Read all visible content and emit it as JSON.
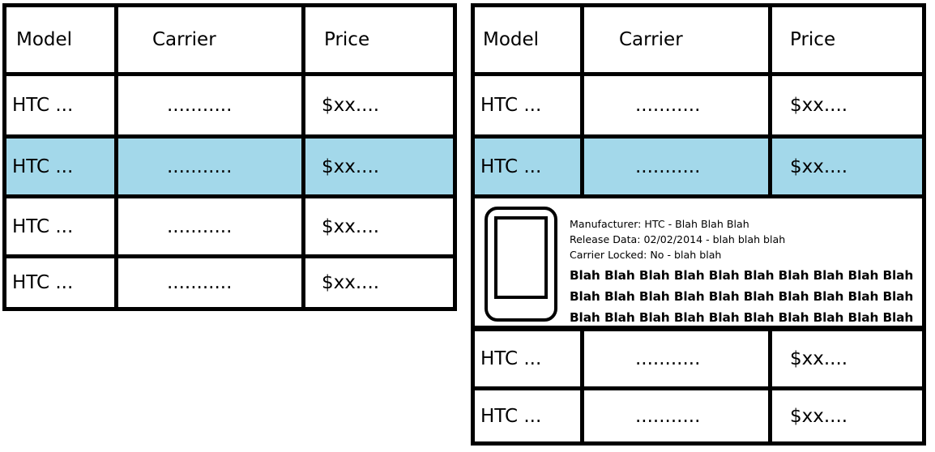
{
  "headers": [
    "Model",
    "Carrier",
    "Price"
  ],
  "rows": [
    {
      "model": "HTC ...",
      "carrier": "...........",
      "price": "$xx...."
    },
    {
      "model": "HTC ...",
      "carrier": "...........",
      "price": "$xx...."
    },
    {
      "model": "HTC ...",
      "carrier": "...........",
      "price": "$xx...."
    },
    {
      "model": "HTC ...",
      "carrier": "...........",
      "price": "$xx...."
    }
  ],
  "selected_row_color": "#a3d8ea",
  "detail": {
    "icon": "phone-icon",
    "manufacturer": "Manufacturer: HTC - Blah Blah Blah",
    "release": "Release Data: 02/02/2014 - blah blah blah",
    "carrier_locked": "Carrier Locked: No - blah blah",
    "description_lines": [
      "Blah Blah Blah Blah Blah Blah Blah Blah Blah Blah",
      "Blah Blah Blah Blah Blah Blah Blah Blah Blah Blah",
      "Blah Blah Blah Blah Blah Blah Blah Blah Blah Blah"
    ]
  }
}
